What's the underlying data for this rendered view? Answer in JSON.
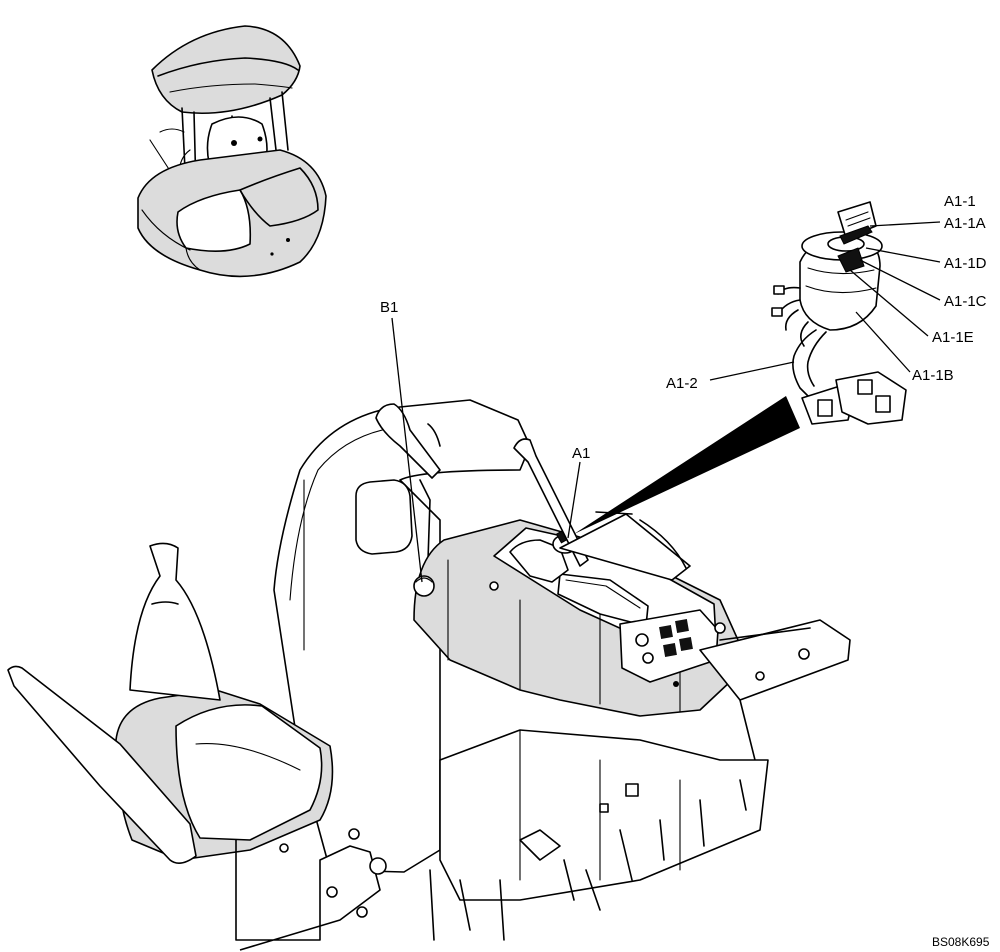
{
  "labels": {
    "b1": "B1",
    "a1": "A1",
    "a1_1": "A1-1",
    "a1_1a": "A1-1A",
    "a1_1d": "A1-1D",
    "a1_1c": "A1-1C",
    "a1_1e": "A1-1E",
    "a1_1b": "A1-1B",
    "a1_2": "A1-2"
  },
  "reference": "BS08K695"
}
